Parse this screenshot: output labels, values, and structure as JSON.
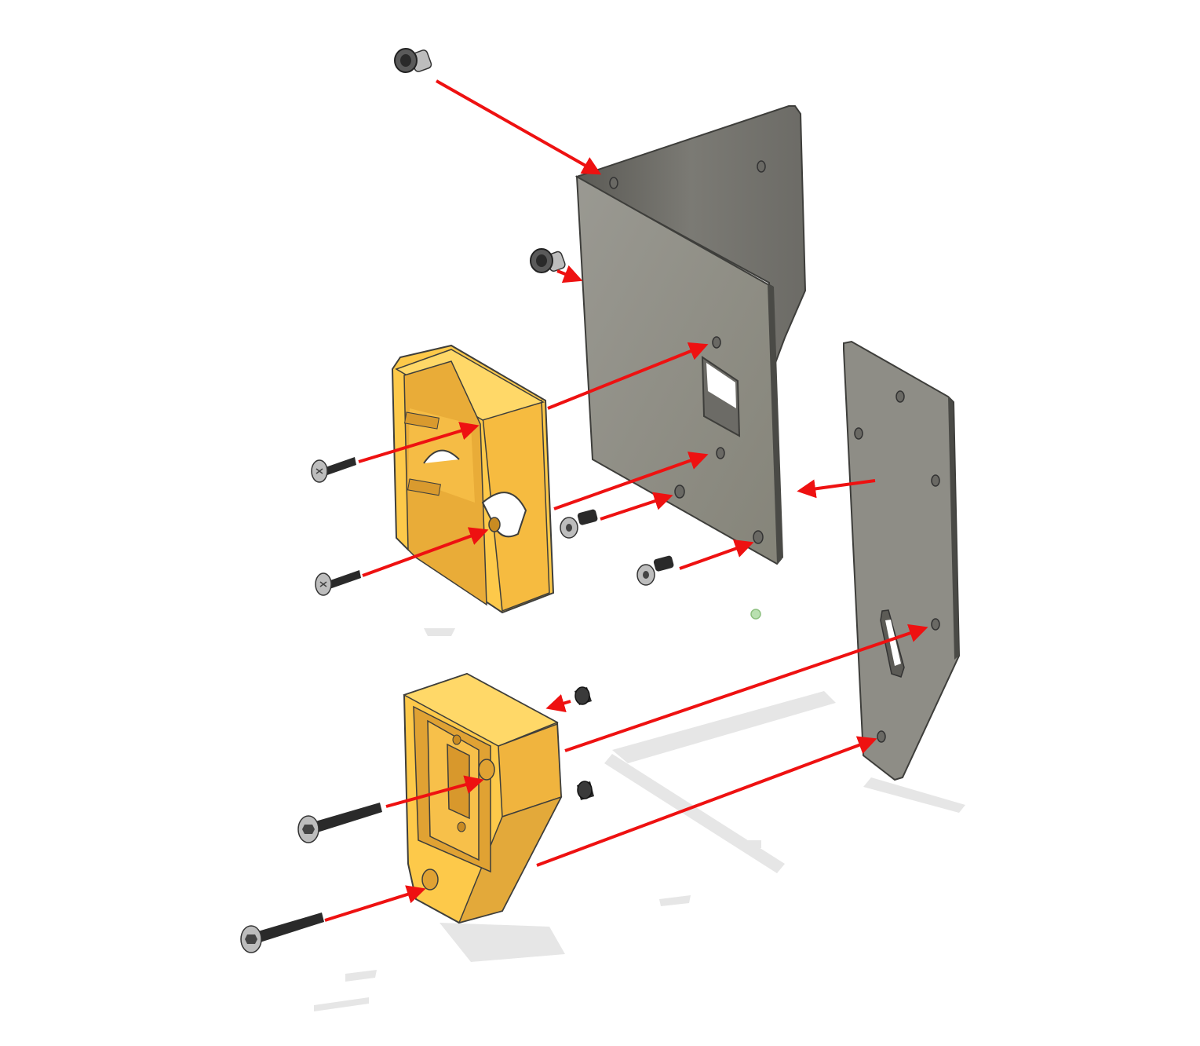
{
  "colors": {
    "background": "#ffffff",
    "sheet_metal": "#8e8d86",
    "sheet_metal_dark": "#6c6b66",
    "sheet_metal_edge": "#4a4a46",
    "printed_part": "#fdc94a",
    "printed_part_shade": "#e3a93a",
    "printed_part_light": "#ffd868",
    "arrow": "#ee1111",
    "screw": "#2a2a2a",
    "screw_head": "#9a9a9a",
    "shadow": "#e2e2e2"
  },
  "parts": {
    "main_bracket": "l-bracket-plate",
    "side_plate": "angled-side-plate",
    "upper_housing": "printed-housing-upper",
    "lower_housing": "printed-housing-lower"
  }
}
